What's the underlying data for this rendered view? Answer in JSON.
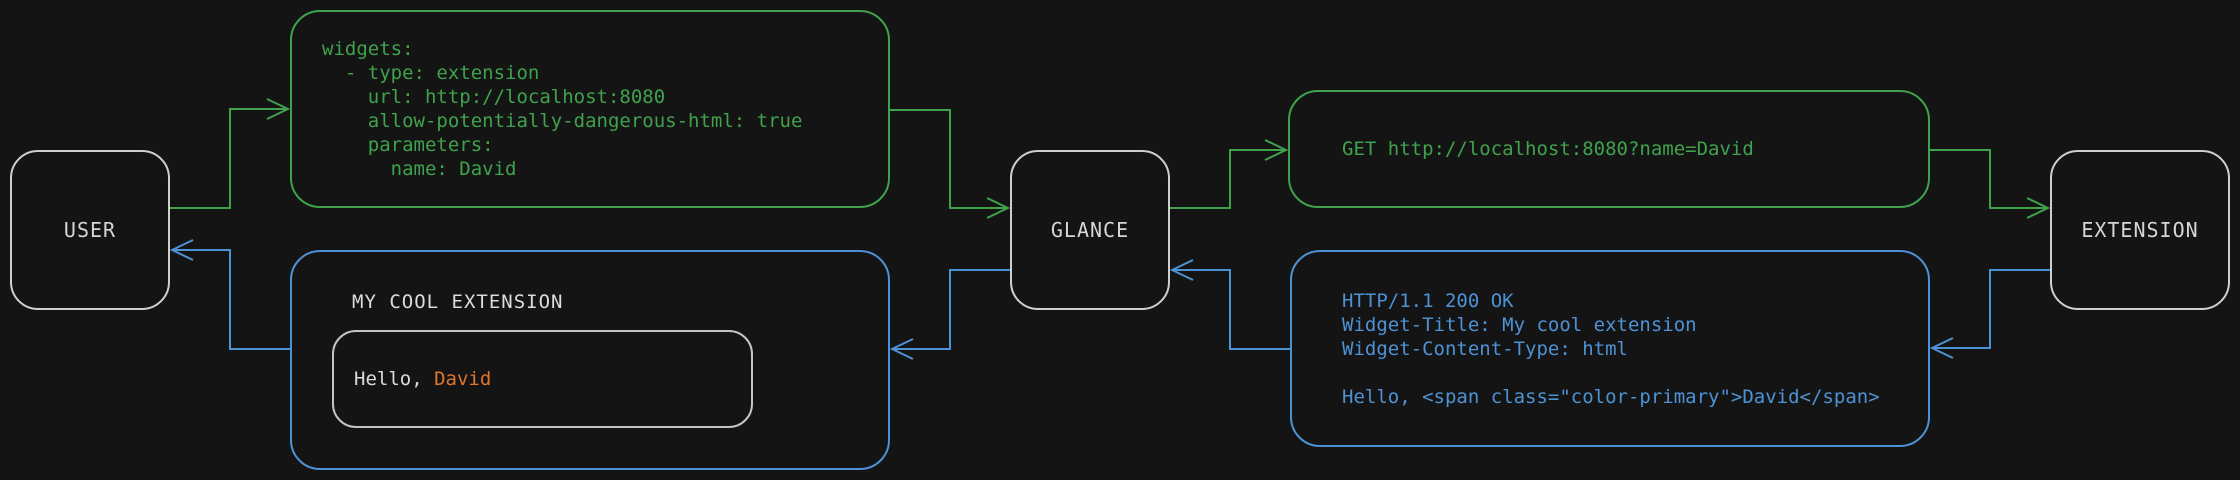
{
  "palette": {
    "bg": "#141414",
    "green": "#3fa24c",
    "blue": "#4d92d4",
    "orange": "#e0752f",
    "node-border": "#cfcfcf",
    "node-text": "#d6d6d6",
    "white-text": "#dcdcdc",
    "inner-border": "#c4c4c4"
  },
  "nodes": {
    "user": {
      "label": "USER"
    },
    "glance": {
      "label": "GLANCE"
    },
    "extension": {
      "label": "EXTENSION"
    }
  },
  "messages": {
    "widget_config": {
      "code": "widgets:\n  - type: extension\n    url: http://localhost:8080\n    allow-potentially-dangerous-html: true\n    parameters:\n      name: David"
    },
    "request": {
      "code": "GET http://localhost:8080?name=David"
    },
    "response": {
      "code": "HTTP/1.1 200 OK\nWidget-Title: My cool extension\nWidget-Content-Type: html\n\nHello, <span class=\"color-primary\">David</span>"
    },
    "rendered_widget": {
      "title": "MY COOL EXTENSION",
      "greeting_prefix": "Hello, ",
      "greeting_name": "David"
    }
  }
}
